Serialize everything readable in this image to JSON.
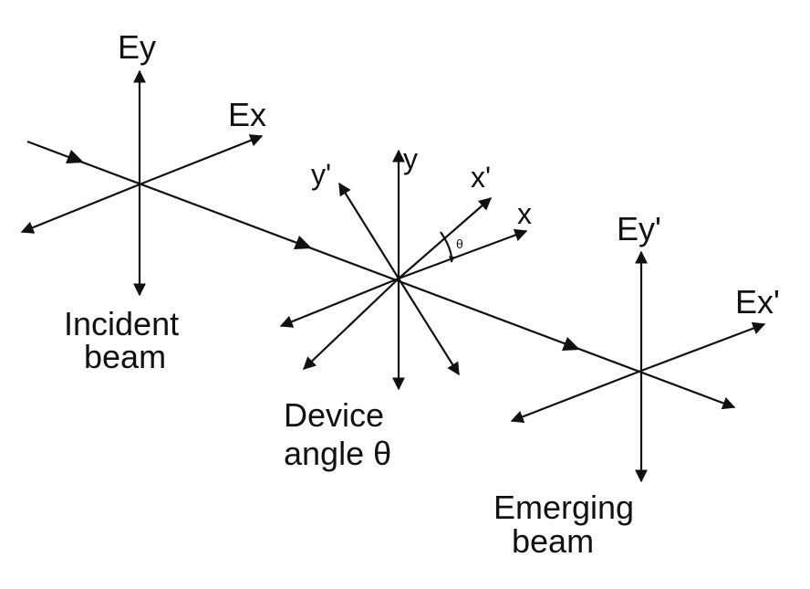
{
  "incident": {
    "ey_label": "Ey",
    "ex_label": "Ex",
    "caption_line1": "Incident",
    "caption_line2": "beam"
  },
  "device": {
    "y_label": "y",
    "x_label": "x",
    "y_prime_label": "y'",
    "x_prime_label": "x'",
    "theta_label": "θ",
    "caption_line1": "Device",
    "caption_line2": "angle θ"
  },
  "emerging": {
    "ey_label": "Ey'",
    "ex_label": "Ex'",
    "caption_line1": "Emerging",
    "caption_line2": "beam"
  },
  "colors": {
    "ink": "#111111",
    "background": "#ffffff"
  }
}
